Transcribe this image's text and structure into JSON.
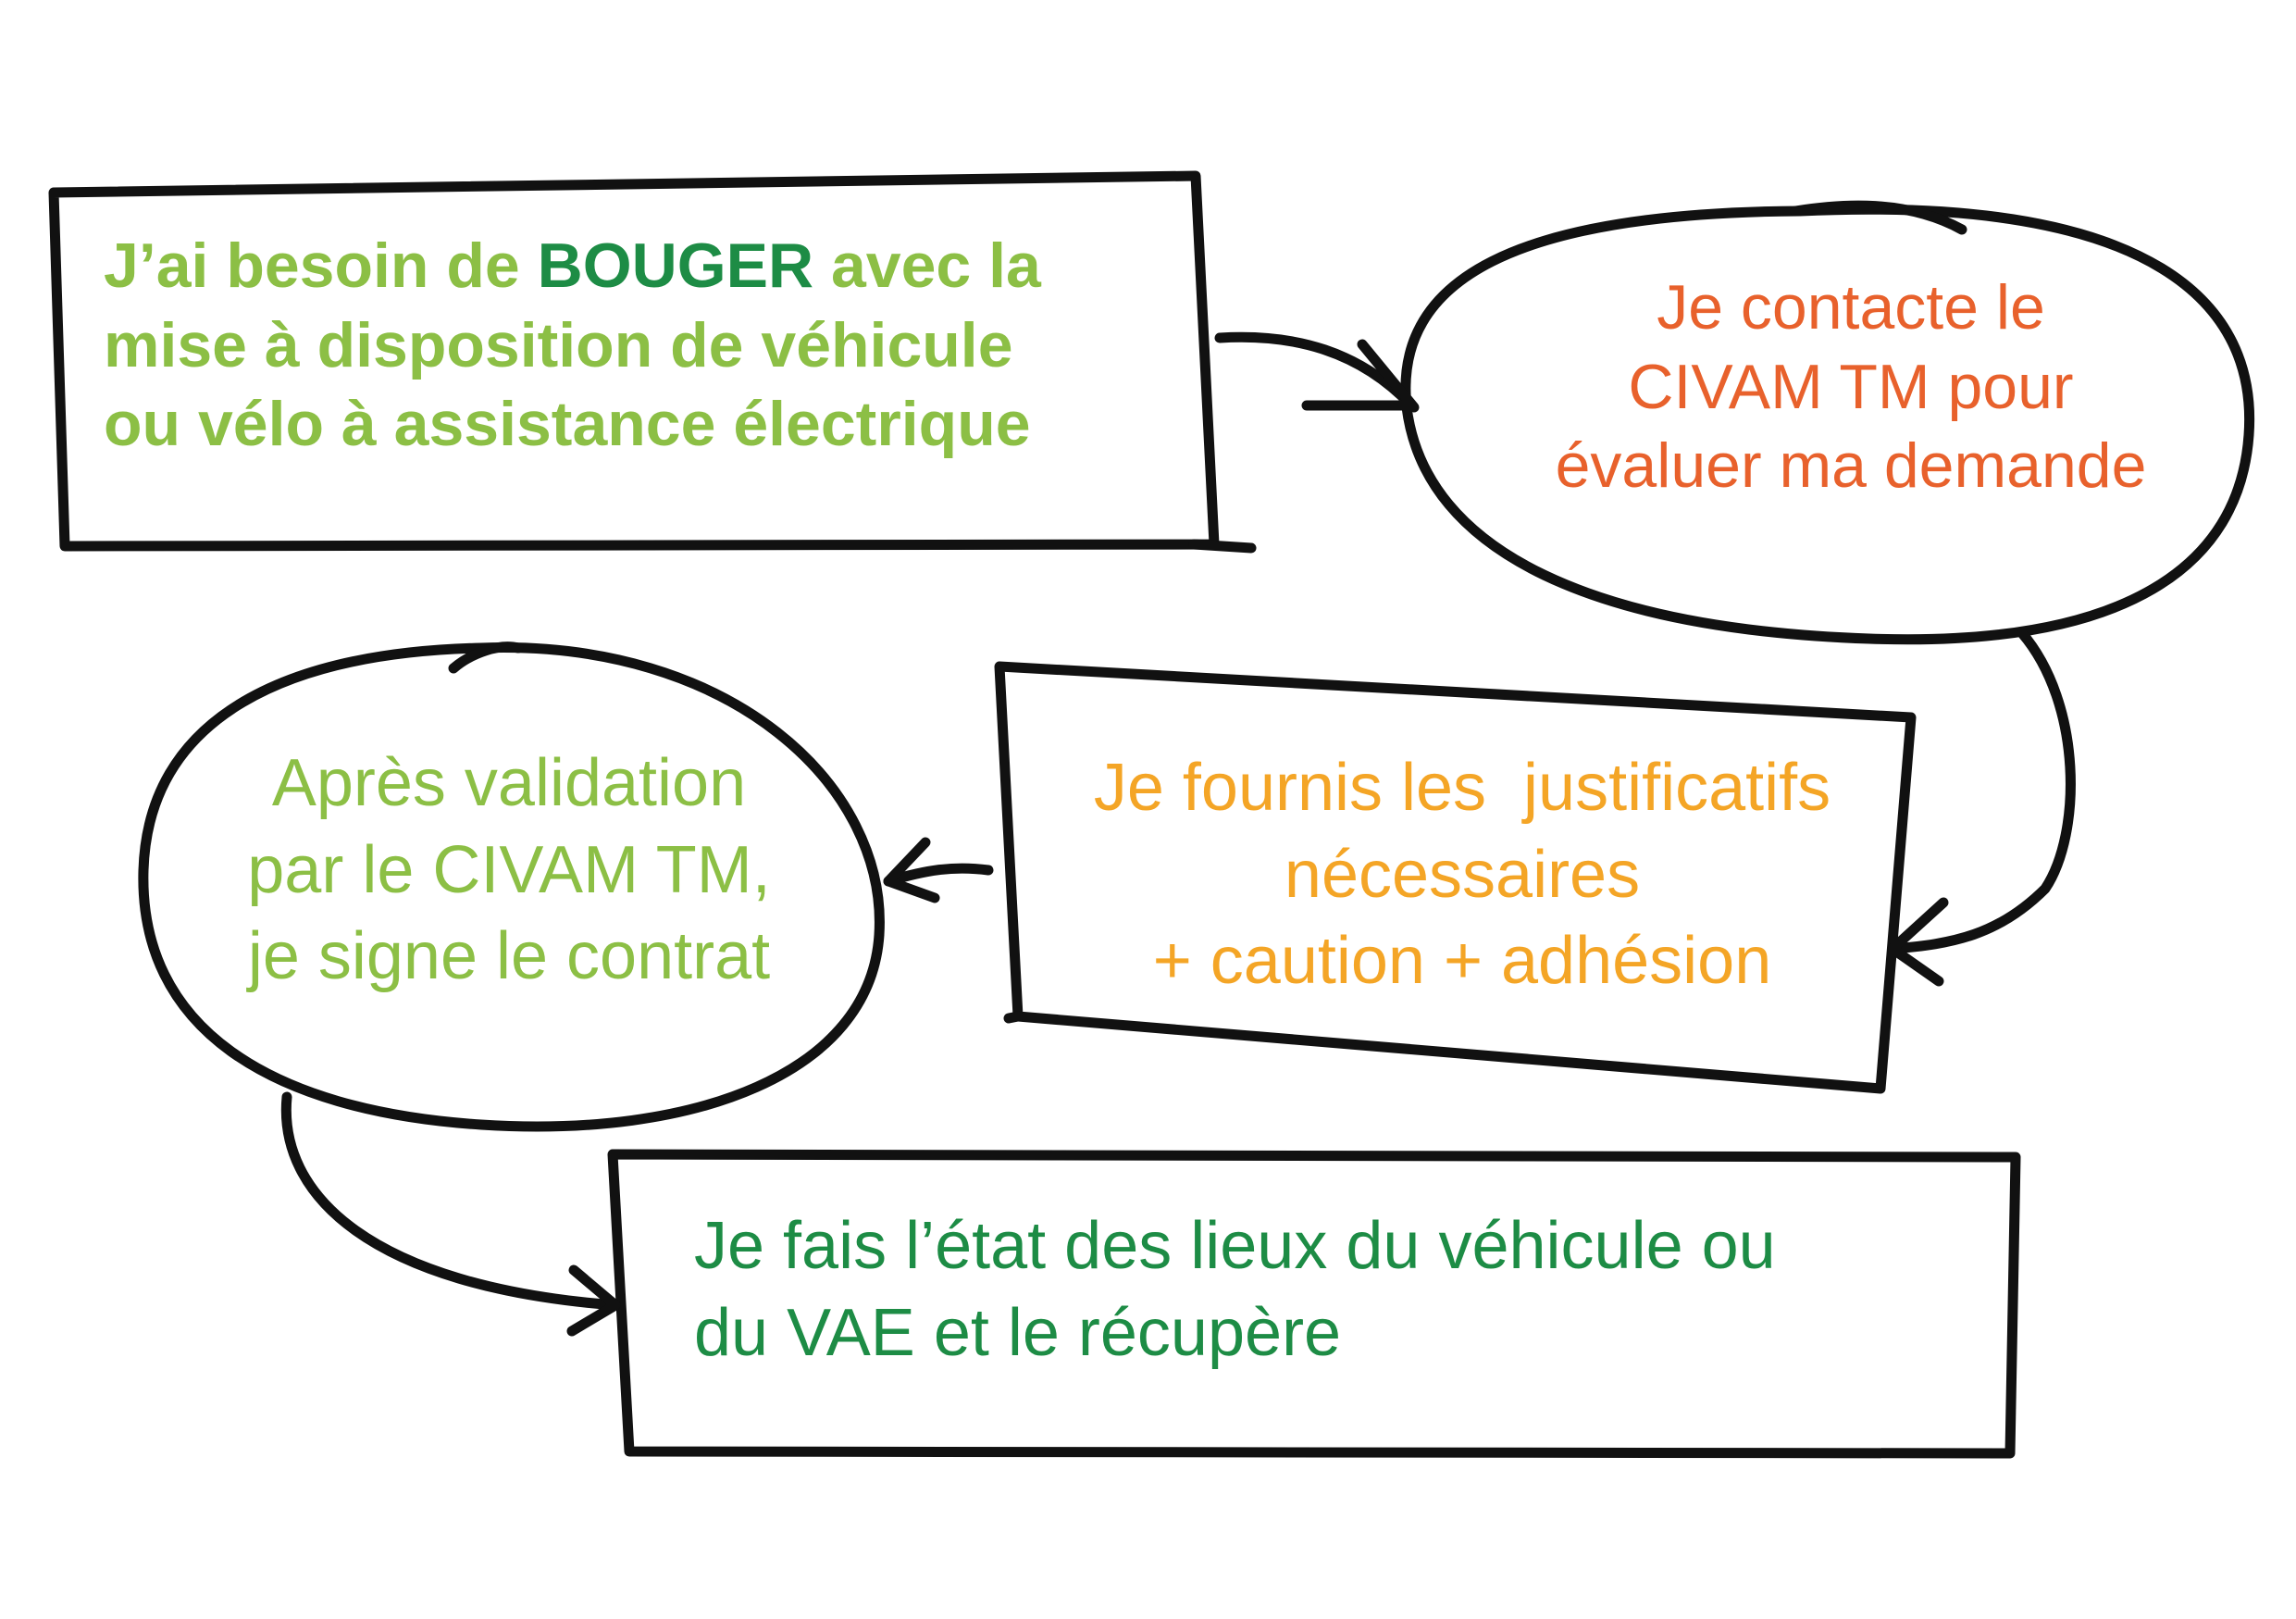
{
  "colors": {
    "stroke": "#111111",
    "light_green": "#8cbf45",
    "dark_green": "#1d8c45",
    "orange": "#e8612c",
    "amber": "#f4a526"
  },
  "nodes": {
    "need": {
      "line1_a": "J’ai besoin de ",
      "line1_b": "BOUGER",
      "line1_c": " avec la",
      "line2": "mise à disposition de véhicule",
      "line3": "ou vélo à assistance électrique"
    },
    "contact": {
      "line1": "Je contacte le",
      "line2": "CIVAM TM pour",
      "line3": "évaluer ma demande"
    },
    "docs": {
      "line1": "Je fournis les  justificatifs",
      "line2": "nécessaires",
      "line3": "+ caution + adhésion"
    },
    "sign": {
      "line1": "Après validation",
      "line2": "par le CIVAM TM,",
      "line3": "je signe le contrat"
    },
    "pickup": {
      "line1": "Je fais l’état des lieux du véhicule ou",
      "line2": "du VAE et le récupère"
    }
  }
}
